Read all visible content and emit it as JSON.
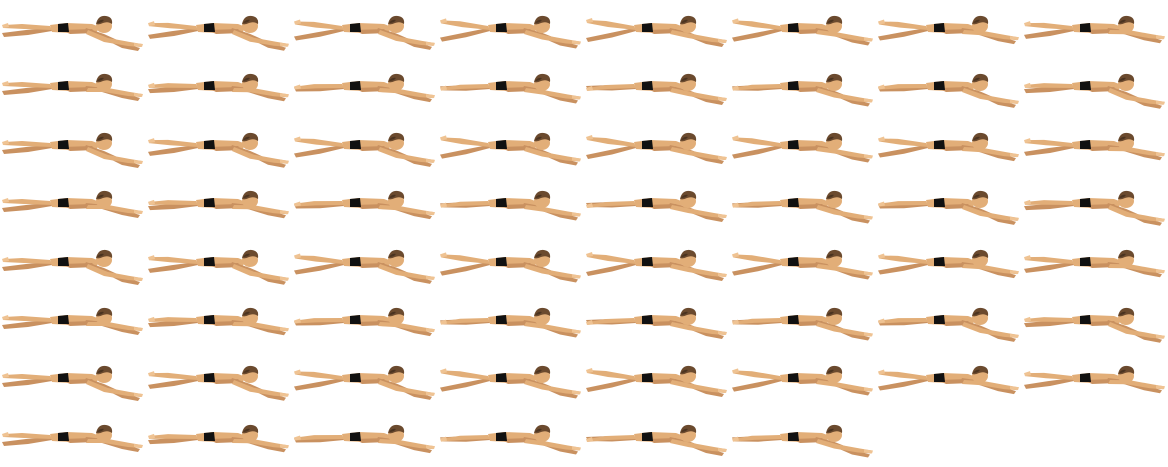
{
  "sprite_sheet": {
    "subject": "swimmer-butterfly-stroke",
    "columns": 8,
    "rows": 8,
    "frame_count": 62,
    "background_color": "#ffffff",
    "colors": {
      "skin": "#E2AE78",
      "skin_shadow": "#C99160",
      "skin_highlight": "#EFC393",
      "hair": "#6B4A2E",
      "hair_dark": "#4A3320",
      "trunks": "#111111"
    }
  }
}
